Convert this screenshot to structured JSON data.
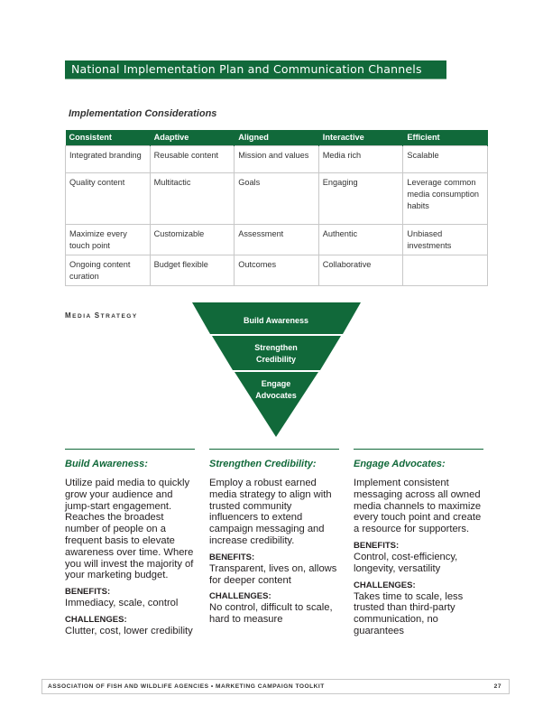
{
  "title": "National Implementation Plan and Communication Channels",
  "subtitle": "Implementation Considerations",
  "table": {
    "headers": [
      "Consistent",
      "Adaptive",
      "Aligned",
      "Interactive",
      "Efficient"
    ],
    "rows": [
      [
        "Integrated branding",
        "Reusable content",
        "Mission and values",
        "Media rich",
        "Scalable"
      ],
      [
        "Quality content",
        "Multitactic",
        "Goals",
        "Engaging",
        "Leverage common media consumption habits"
      ],
      [
        "Maximize every touch point",
        "Customizable",
        "Assessment",
        "Authentic",
        "Unbiased investments"
      ],
      [
        "Ongoing content curation",
        "Budget flexible",
        "Outcomes",
        "Collaborative",
        ""
      ]
    ]
  },
  "media_strategy": {
    "label_first": "M",
    "label_rest": "EDIA ",
    "label_first2": "S",
    "label_rest2": "TRATEGY",
    "funnel": [
      "Build Awareness",
      "Strengthen",
      "Credibility",
      "Engage",
      "Advocates"
    ]
  },
  "columns": [
    {
      "heading": "Build Awareness:",
      "body": "Utilize paid media to quickly grow your audience and jump-start engagement. Reaches the broadest number of people on a frequent basis to elevate awareness over time. Where you will invest the majority of your marketing budget.",
      "benefits_label": "BENEFITS:",
      "benefits": "Immediacy, scale, control",
      "challenges_label": "CHALLENGES:",
      "challenges": "Clutter, cost, lower credibility"
    },
    {
      "heading": "Strengthen Credibility:",
      "body": "Employ a robust earned media strategy to align with trusted community influencers to extend campaign messaging and increase credibility.",
      "benefits_label": "BENEFITS:",
      "benefits": "Transparent, lives on, allows for deeper content",
      "challenges_label": "CHALLENGES:",
      "challenges": "No control, difficult to scale, hard to measure"
    },
    {
      "heading": "Engage Advocates:",
      "body": "Implement consistent messaging across all owned media channels to maximize every touch point and create a resource for supporters.",
      "benefits_label": "BENEFITS:",
      "benefits": "Control, cost-efficiency, longevity, versatility",
      "challenges_label": "CHALLENGES:",
      "challenges": "Takes time to scale, less trusted than third-party communication, no guarantees"
    }
  ],
  "footer": {
    "text": "ASSOCIATION OF FISH AND WILDLIFE AGENCIES • MARKETING CAMPAIGN TOOLKIT",
    "page": "27"
  },
  "colors": {
    "brand_green": "#11693a"
  }
}
